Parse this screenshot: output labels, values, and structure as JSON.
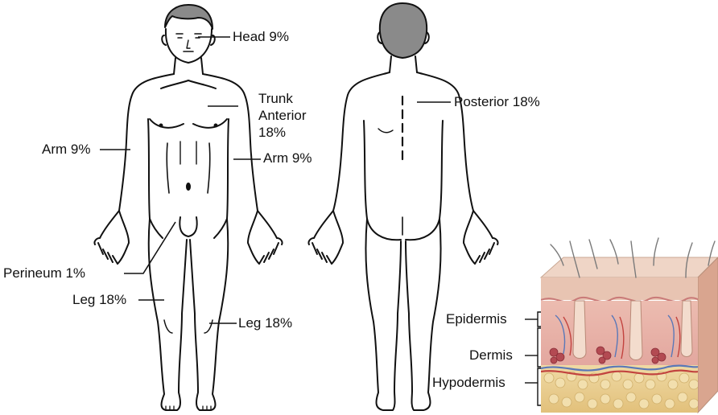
{
  "front_labels": {
    "head": "Head 9%",
    "trunk_line1": "Trunk",
    "trunk_line2": "Anterior",
    "trunk_line3": "18%",
    "arm_left": "Arm 9%",
    "arm_right": "Arm 9%",
    "perineum": "Perineum 1%",
    "leg_left": "Leg 18%",
    "leg_right": "Leg 18%"
  },
  "back_labels": {
    "posterior": "Posterior 18%"
  },
  "skin_labels": {
    "epidermis": "Epidermis",
    "dermis": "Dermis",
    "hypodermis": "Hypodermis"
  },
  "colors": {
    "outline": "#111111",
    "hair": "#8a8a8a",
    "epidermis": "#e9c9b4",
    "dermis": "#e7a9a2",
    "hypodermis": "#e9cf93",
    "gland": "#b34a52",
    "vessel_blue": "#5a78b8",
    "vessel_red": "#c2433f"
  }
}
